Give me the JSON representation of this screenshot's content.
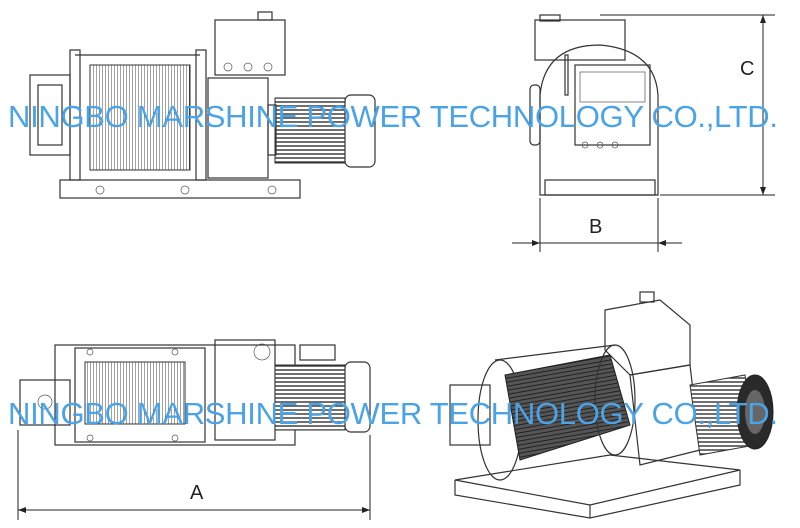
{
  "dimensions": {
    "a_label": "A",
    "b_label": "B",
    "c_label": "C"
  },
  "watermark": {
    "text": "NINGBO MARSHINE POWER TECHNOLOGY CO.,LTD.",
    "color": "#4aa3e6"
  },
  "views": [
    "side-view",
    "end-view",
    "top-view",
    "isometric-view"
  ]
}
